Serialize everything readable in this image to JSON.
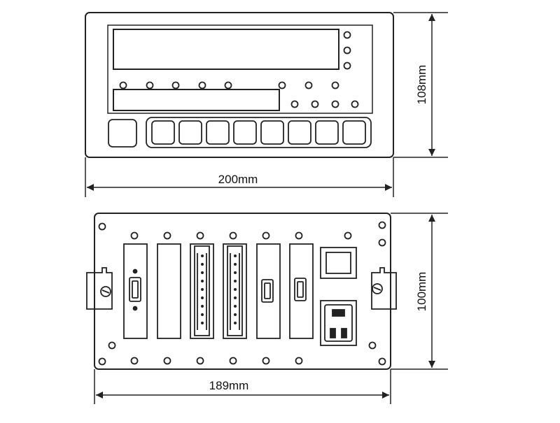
{
  "front_view": {
    "width_label": "200mm",
    "height_label": "108mm"
  },
  "rear_view": {
    "width_label": "189mm",
    "height_label": "100mm"
  },
  "colors": {
    "ink": "#222222",
    "paper": "#ffffff"
  }
}
